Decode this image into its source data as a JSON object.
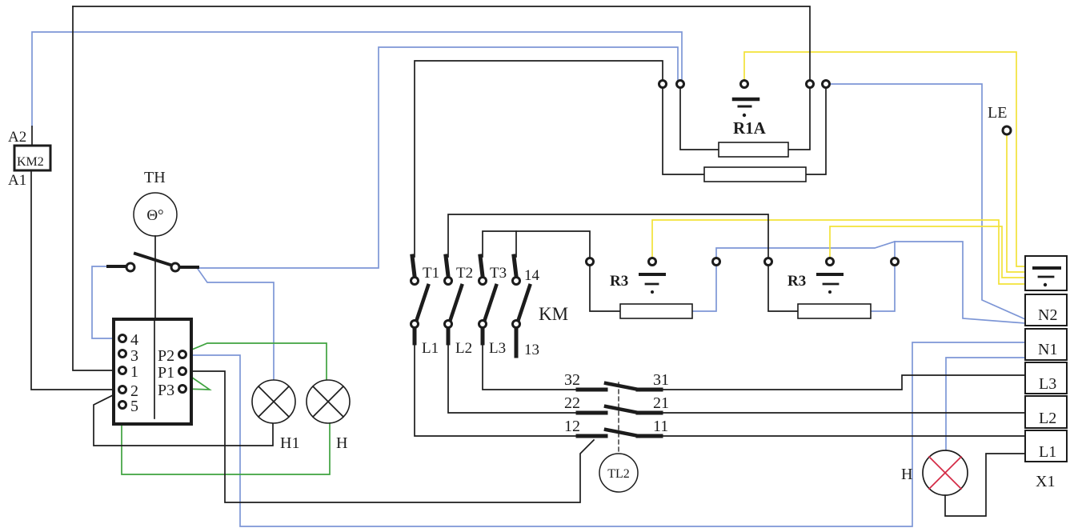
{
  "colors": {
    "black": "#1c1c1c",
    "blue": "#7d96d6",
    "green": "#3fa33f",
    "yellow": "#f2e239",
    "red": "#d42a45"
  },
  "labels": {
    "coil_top": "A2",
    "coil": "KM2",
    "coil_bottom": "A1",
    "thermostat": "TH",
    "thermostat_symbol": "Θ°",
    "selector": {
      "n4": "4",
      "n3": "3",
      "n1": "1",
      "n2": "2",
      "n5": "5",
      "p2": "P2",
      "p1": "P1",
      "p3": "P3"
    },
    "lamp_h1": "H1",
    "lamp_h": "H",
    "contactor": "KM",
    "contactor_terminals": {
      "t1": "T1",
      "t2": "T2",
      "t3": "T3",
      "a14": "14",
      "l1": "L1",
      "l2": "L2",
      "l3": "L3",
      "a13": "13"
    },
    "timer": "TL2",
    "timer_contacts": {
      "c32": "32",
      "c31": "31",
      "c22": "22",
      "c21": "21",
      "c12": "12",
      "c11": "11"
    },
    "element_r1a": "R1A",
    "element_r3_left": "R3",
    "element_r3_right": "R3",
    "earth_point": "LE",
    "lamp_h_right": "H",
    "terminal_block": "X1",
    "terminal_block_items": [
      "N2",
      "N1",
      "L3",
      "L2",
      "L1"
    ]
  }
}
